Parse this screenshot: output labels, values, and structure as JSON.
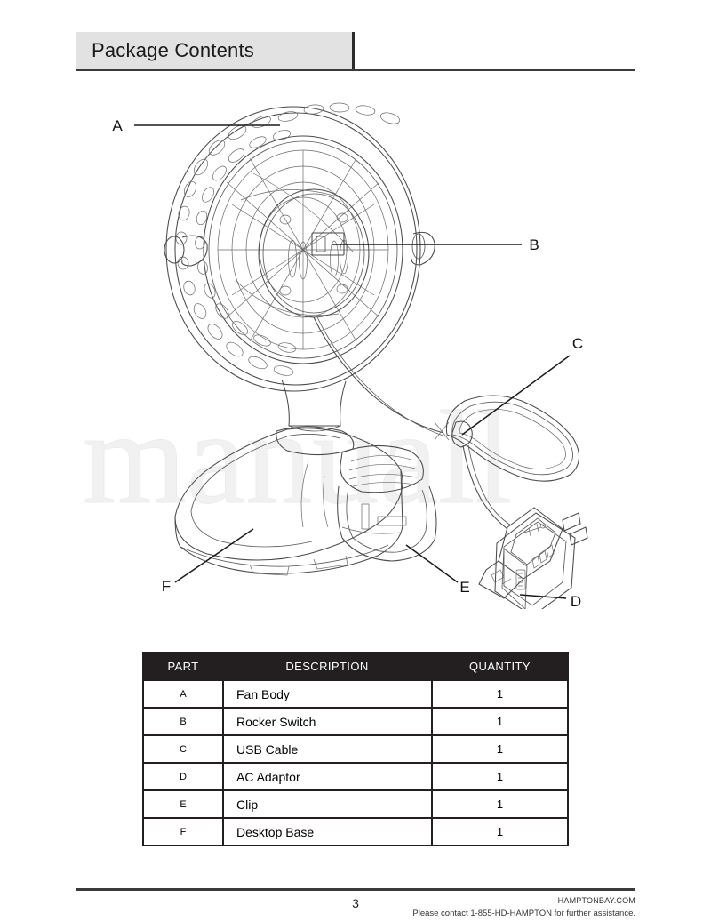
{
  "header": {
    "title": "Package Contents"
  },
  "illustration": {
    "watermark": "manuall",
    "callouts": [
      {
        "id": "callout-a",
        "label": "A"
      },
      {
        "id": "callout-b",
        "label": "B"
      },
      {
        "id": "callout-c",
        "label": "C"
      },
      {
        "id": "callout-d",
        "label": "D"
      },
      {
        "id": "callout-e",
        "label": "E"
      },
      {
        "id": "callout-f",
        "label": "F"
      }
    ]
  },
  "table": {
    "headers": {
      "part": "PART",
      "description": "DESCRIPTION",
      "quantity": "QUANTITY"
    },
    "rows": [
      {
        "part": "A",
        "description": "Fan Body",
        "quantity": "1"
      },
      {
        "part": "B",
        "description": "Rocker Switch",
        "quantity": "1"
      },
      {
        "part": "C",
        "description": "USB Cable",
        "quantity": "1"
      },
      {
        "part": "D",
        "description": "AC Adaptor",
        "quantity": "1"
      },
      {
        "part": "E",
        "description": "Clip",
        "quantity": "1"
      },
      {
        "part": "F",
        "description": "Desktop Base",
        "quantity": "1"
      }
    ]
  },
  "footer": {
    "page_number": "3",
    "website": "HAMPTONBAY.COM",
    "assistance": "Please contact 1-855-HD-HAMPTON for further assistance."
  }
}
